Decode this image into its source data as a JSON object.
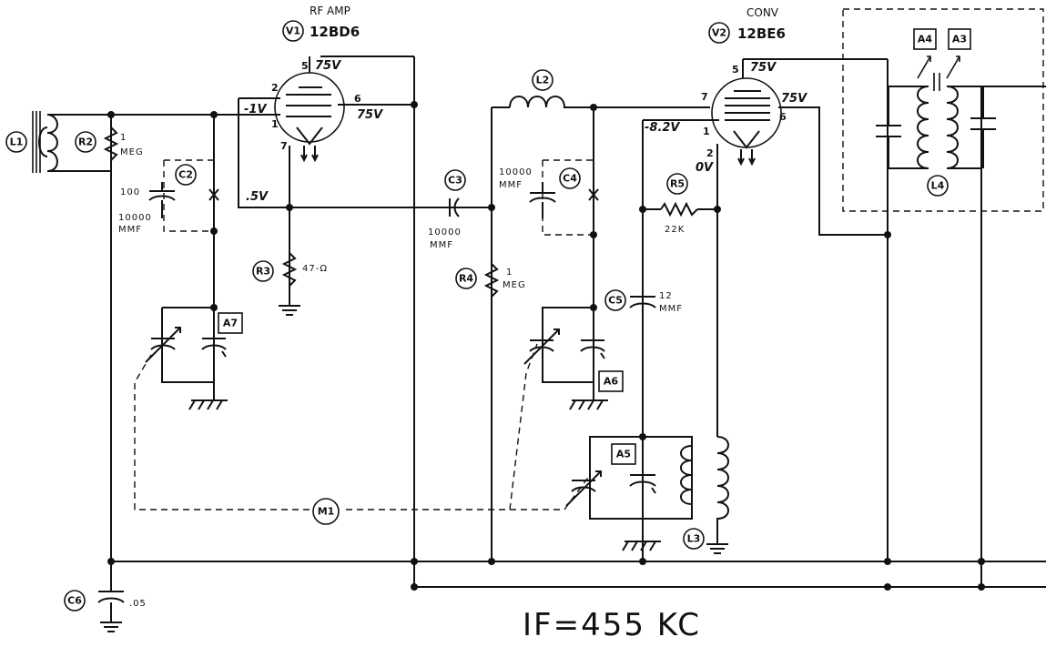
{
  "footer": {
    "if_note": "IF=455 KC"
  },
  "tubes": {
    "v1": {
      "ref": "V1",
      "type": "12BD6",
      "role": "RF AMP",
      "p5": "5",
      "p2": "2",
      "p6": "6",
      "p1": "1",
      "p7": "7",
      "v_plate": "75V",
      "v_screen": "75V",
      "v_grid": "-1V",
      "v_cathode": ".5V"
    },
    "v2": {
      "ref": "V2",
      "type": "12BE6",
      "role": "CONV",
      "p5": "5",
      "p7": "7",
      "p6": "6",
      "p1": "1",
      "p2": "2",
      "v_plate": "75V",
      "v_screen": "75V",
      "v_grid": "-8.2V",
      "v_cathode": "0V"
    }
  },
  "parts": {
    "l1": "L1",
    "r2": "R2",
    "r2_val": "1\nMEG",
    "c2": "C2",
    "c2_a": "100",
    "c2_b": "10000\nMMF",
    "r3": "R3",
    "r3_val": "47-Ω",
    "a7": "A7",
    "c3": "C3",
    "c3_val": "10000\nMMF",
    "l2": "L2",
    "c4": "C4",
    "c4_val": "10000\nMMF",
    "r4": "R4",
    "r4_val": "1\nMEG",
    "a6": "A6",
    "r5": "R5",
    "r5_val": "22K",
    "c5": "C5",
    "c5_val": "12\nMMF",
    "a5": "A5",
    "l3": "L3",
    "a4": "A4",
    "a3": "A3",
    "l4": "L4",
    "m1": "M1",
    "c6": "C6",
    "c6_val": ".05"
  }
}
